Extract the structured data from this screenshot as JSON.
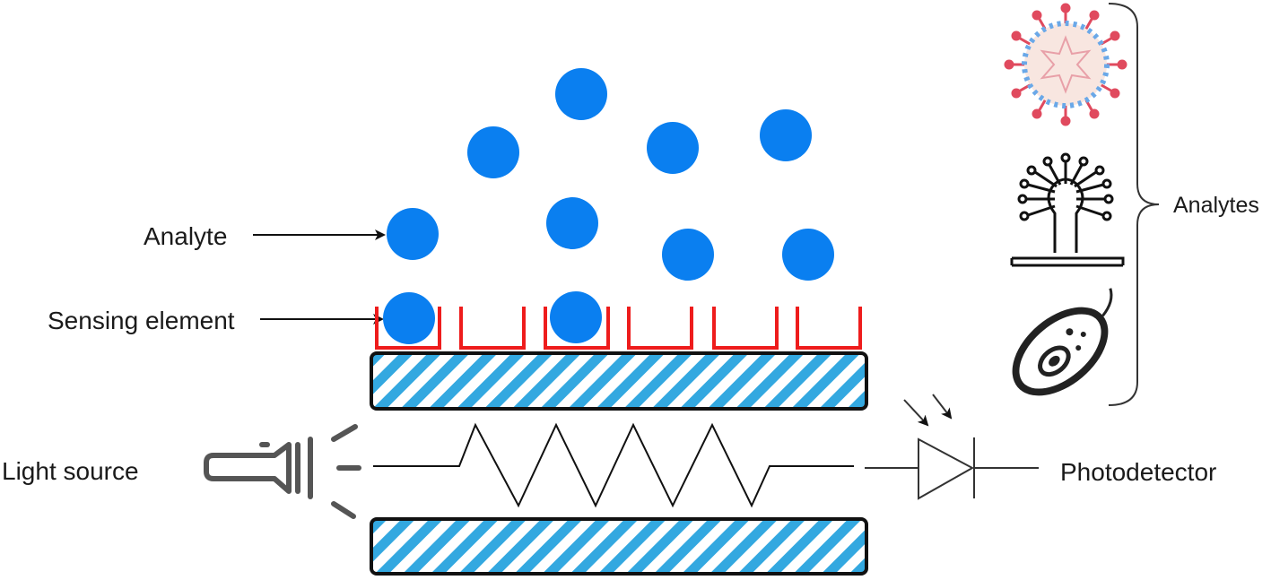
{
  "labels": {
    "analyte": "Analyte",
    "sensing_element": "Sensing element",
    "light_source": "Light source",
    "photodetector": "Photodetector",
    "analytes": "Analytes"
  },
  "icons": {
    "flashlight": "flashlight-icon",
    "photodiode": "photodiode-icon",
    "virus": "virus-icon",
    "fungus": "fungus-icon",
    "bacterium": "bacterium-icon"
  },
  "colors": {
    "analyte": "#0a7ff0",
    "sensing_element": "#ee1c1c",
    "hatch": "#33a8e0",
    "line": "#111111"
  }
}
